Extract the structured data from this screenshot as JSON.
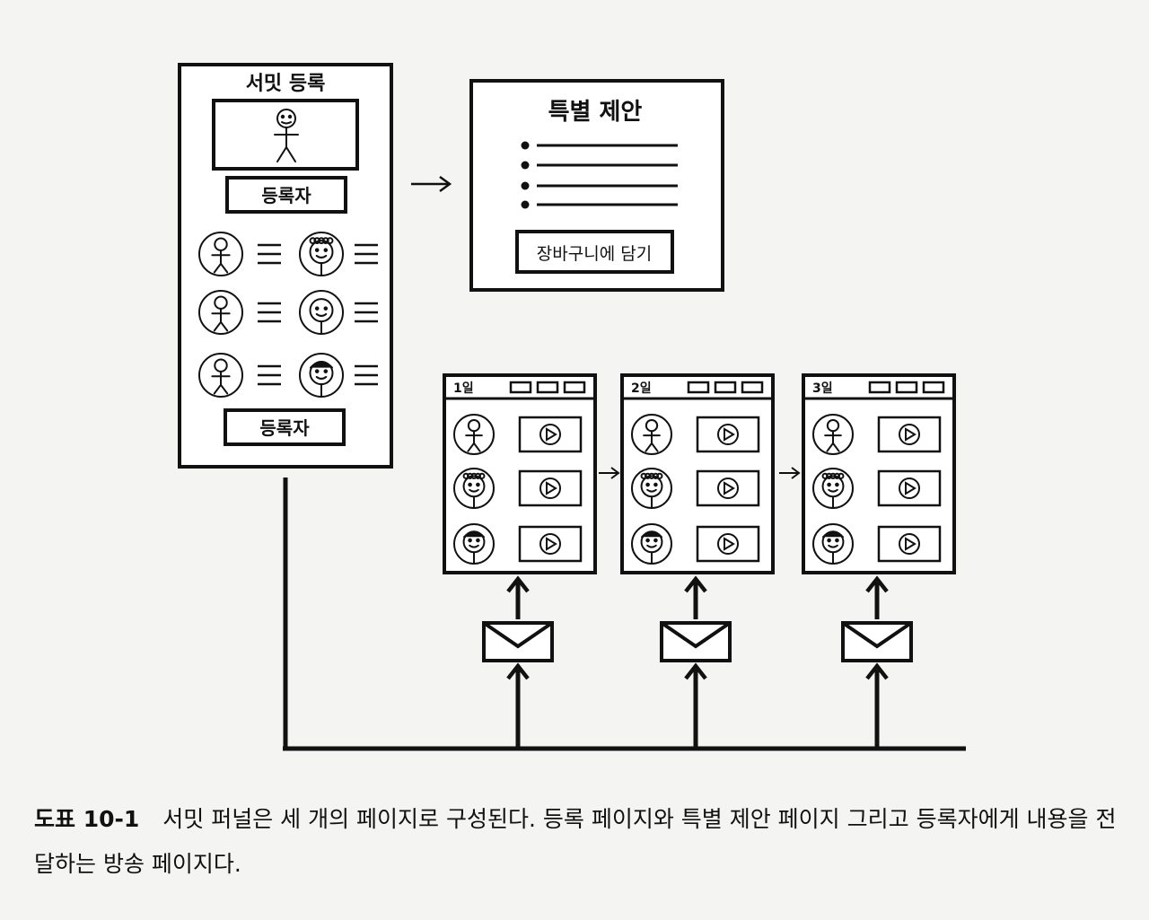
{
  "signup_page": {
    "title": "서밋 등록",
    "button_top": "등록자",
    "button_bottom": "등록자"
  },
  "offer_page": {
    "title": "특별 제안",
    "button": "장바구니에 담기"
  },
  "broadcast_pages": [
    {
      "day_label": "1일"
    },
    {
      "day_label": "2일"
    },
    {
      "day_label": "3일"
    }
  ],
  "icons": {
    "person": "stick-figure-icon",
    "face": "face-avatar-icon",
    "play": "play-icon",
    "mail": "envelope-icon",
    "arrow": "arrow-icon"
  },
  "caption": {
    "label": "도표 10-1",
    "text": "서밋 퍼널은 세 개의 페이지로 구성된다. 등록 페이지와 특별 제안 페이지 그리고 등록자에게 내용을 전달하는 방송 페이지다."
  },
  "colors": {
    "ink": "#111111",
    "paper": "#f4f4f2",
    "panel": "#ffffff"
  }
}
